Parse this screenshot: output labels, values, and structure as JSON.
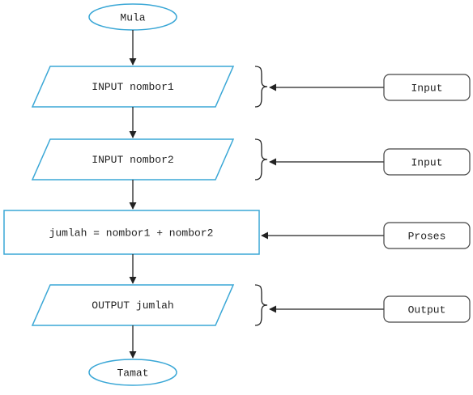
{
  "colors": {
    "shape_stroke": "#3aa7d6",
    "line": "#222222",
    "label_stroke": "#444444",
    "text": "#222222"
  },
  "flow": {
    "start": "Mula",
    "input1": "INPUT nombor1",
    "input2": "INPUT nombor2",
    "process": "jumlah = nombor1 + nombor2",
    "output": "OUTPUT jumlah",
    "end": "Tamat"
  },
  "labels": {
    "input1": "Input",
    "input2": "Input",
    "process": "Proses",
    "output": "Output"
  }
}
